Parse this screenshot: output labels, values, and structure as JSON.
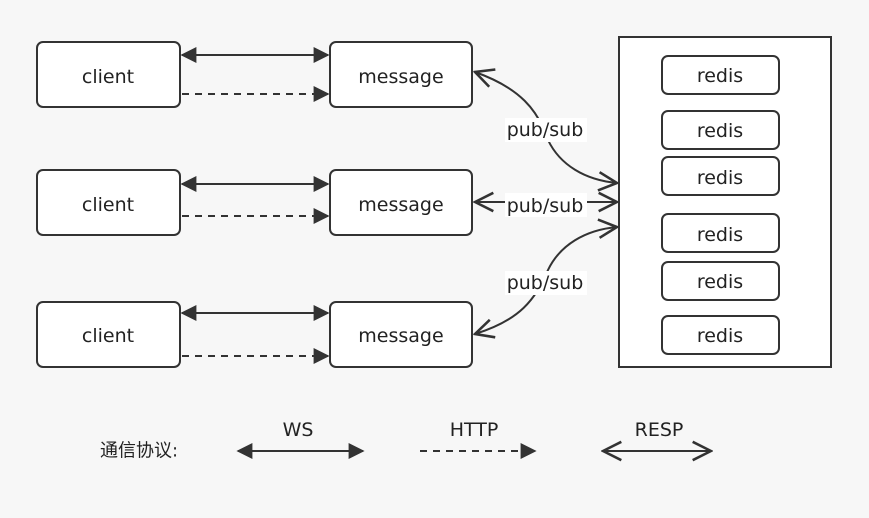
{
  "clients": [
    {
      "label": "client"
    },
    {
      "label": "client"
    },
    {
      "label": "client"
    }
  ],
  "messages": [
    {
      "label": "message"
    },
    {
      "label": "message"
    },
    {
      "label": "message"
    }
  ],
  "redis": [
    {
      "label": "redis"
    },
    {
      "label": "redis"
    },
    {
      "label": "redis"
    },
    {
      "label": "redis"
    },
    {
      "label": "redis"
    },
    {
      "label": "redis"
    }
  ],
  "links": [
    {
      "label": "pub/sub"
    },
    {
      "label": "pub/sub"
    },
    {
      "label": "pub/sub"
    }
  ],
  "legend": {
    "title": "通信协议:",
    "ws": "WS",
    "http": "HTTP",
    "resp": "RESP"
  },
  "colors": {
    "stroke": "#333333",
    "background": "#f7f7f7",
    "box_fill": "#ffffff"
  }
}
